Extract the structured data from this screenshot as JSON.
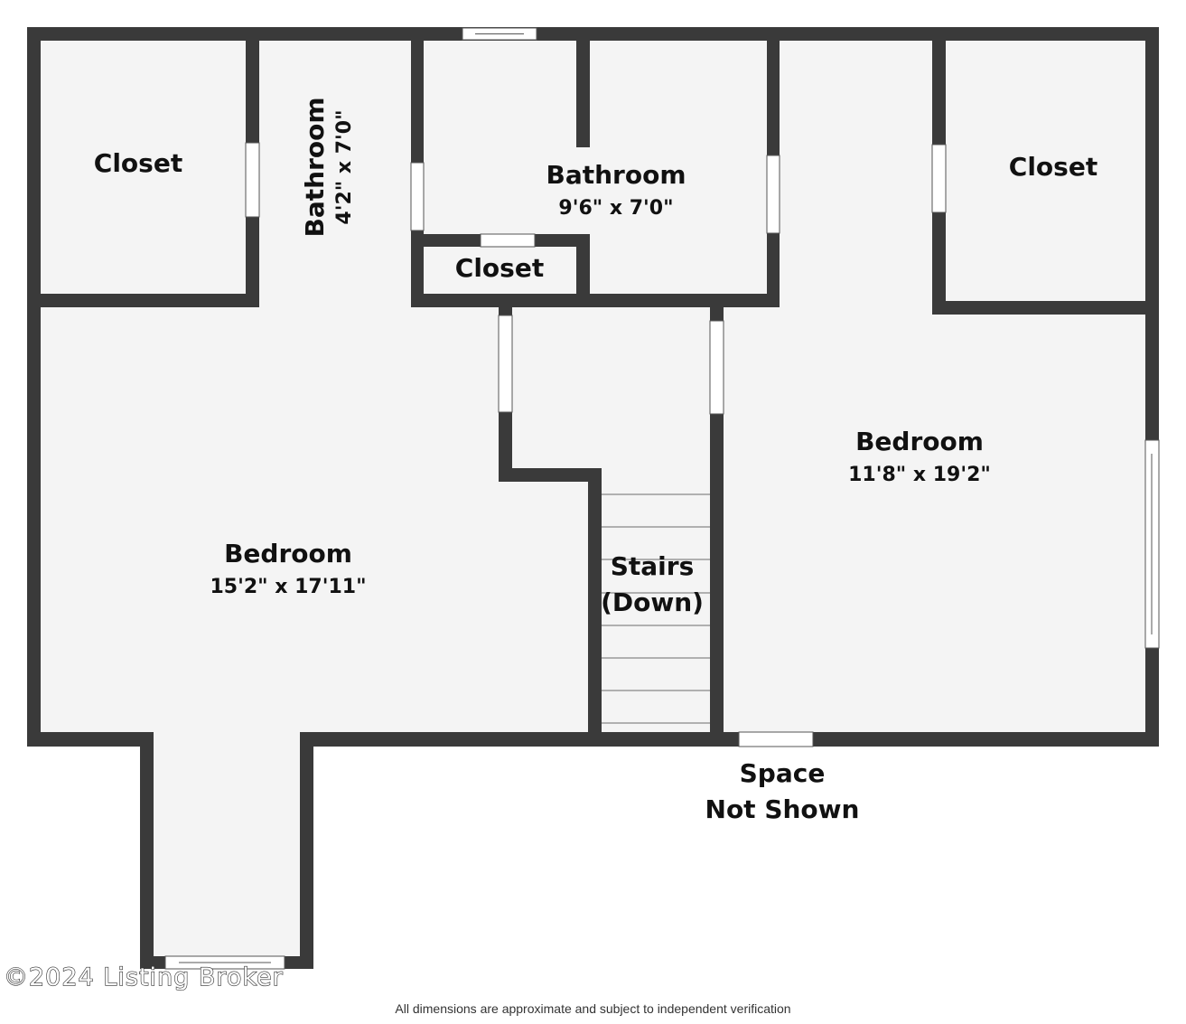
{
  "colors": {
    "wall": "#3a3a3a",
    "floor": "#f4f4f4",
    "opening": "#ffffff",
    "stair_line": "#999999",
    "text": "#111111"
  },
  "rooms": {
    "closet_nw": {
      "name": "Closet"
    },
    "bathroom_small": {
      "name": "Bathroom",
      "dims": "4'2\" x 7'0\""
    },
    "bathroom_main": {
      "name": "Bathroom",
      "dims": "9'6\" x 7'0\""
    },
    "closet_mid": {
      "name": "Closet"
    },
    "closet_ne": {
      "name": "Closet"
    },
    "bedroom_west": {
      "name": "Bedroom",
      "dims": "15'2\" x 17'11\""
    },
    "bedroom_east": {
      "name": "Bedroom",
      "dims": "11'8\" x 19'2\""
    },
    "stairs": {
      "name": "Stairs",
      "direction": "(Down)"
    }
  },
  "space_note": {
    "line1": "Space",
    "line2": "Not Shown"
  },
  "copyright": "©2024 Listing Broker",
  "disclaimer": "All dimensions are approximate and subject to independent verification"
}
